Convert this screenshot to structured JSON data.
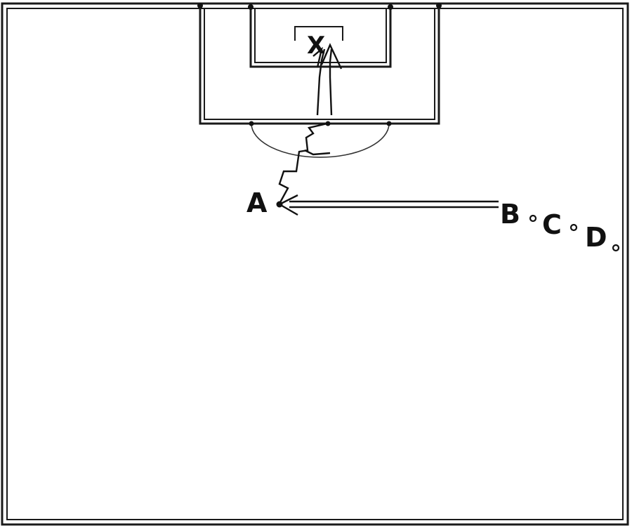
{
  "diagram": {
    "players": {
      "a": "A",
      "b": "B",
      "c": "C",
      "d": "D"
    },
    "target": "X",
    "colors": {
      "line": "#111111",
      "background": "#ffffff"
    }
  }
}
